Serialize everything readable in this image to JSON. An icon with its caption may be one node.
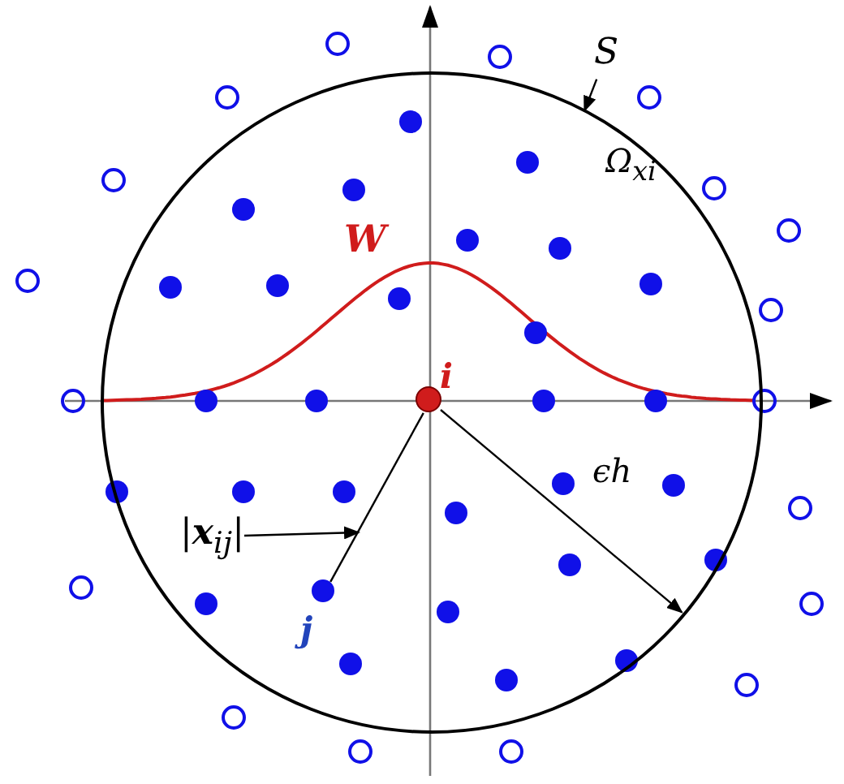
{
  "diagram": {
    "nodes": [
      {
        "text": [
          "Ω$_{xi}$"
        ]
      },
      {
        "text": [],
        "shape": "circle",
        "beside": [
          "i"
        ],
        "in": 0
      },
      {
        "text": [],
        "shape": "circle",
        "beside": [
          "j"
        ],
        "in": 0
      },
      {
        "text": [
          "S"
        ]
      },
      {
        "text": [
          "|**x**$_{ij}$|"
        ],
        "in": 0
      }
    ],
    "edges": [
      {
        "from": 1,
        "to": 2,
        "arrow": "none"
      },
      {
        "from": 1,
        "to": 0,
        "arrow": "to",
        "label": "ϵh"
      },
      {
        "from": 3,
        "to": 0,
        "arrow": "to"
      },
      {
        "from": 4,
        "to": null,
        "arrow": "to"
      }
    ],
    "labels": [
      "W"
    ]
  }
}
